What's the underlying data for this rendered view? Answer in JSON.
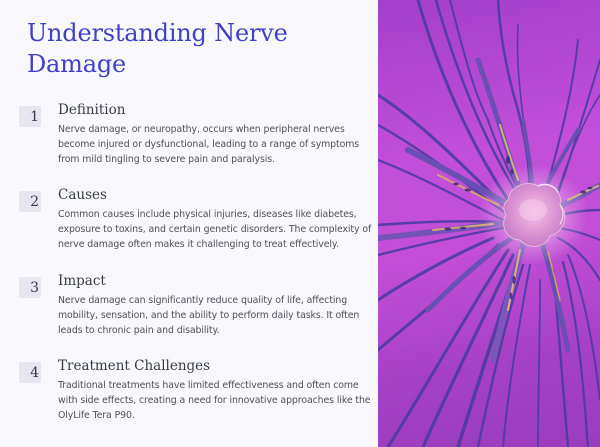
{
  "page": {
    "title": "Understanding Nerve Damage"
  },
  "items": [
    {
      "number": "1",
      "heading": "Definition",
      "body": "Nerve damage, or neuropathy, occurs when peripheral nerves become injured or dysfunctional, leading to a range of symptoms from mild tingling to severe pain and paralysis."
    },
    {
      "number": "2",
      "heading": "Causes",
      "body": "Common causes include physical injuries, diseases like diabetes, exposure to toxins, and certain genetic disorders. The complexity of nerve damage often makes it challenging to treat effectively."
    },
    {
      "number": "3",
      "heading": "Impact",
      "body": "Nerve damage can significantly reduce quality of life, affecting mobility, sensation, and the ability to perform daily tasks. It often leads to chronic pain and disability."
    },
    {
      "number": "4",
      "heading": "Treatment Challenges",
      "body": "Traditional treatments have limited effectiveness and often come with side effects, creating a need for innovative approaches like the OlyLife Tera P90."
    }
  ],
  "image": {
    "subject": "neuron-illustration",
    "background_color": "#c24fd9",
    "dendrite_color": "#4a3a9a",
    "soma_color": "#e8a0d8"
  },
  "colors": {
    "title": "#4040c8",
    "heading": "#3a3a46",
    "body": "#505058",
    "badge_bg": "#e6e6f0",
    "panel_bg": "#f8f8fd"
  }
}
